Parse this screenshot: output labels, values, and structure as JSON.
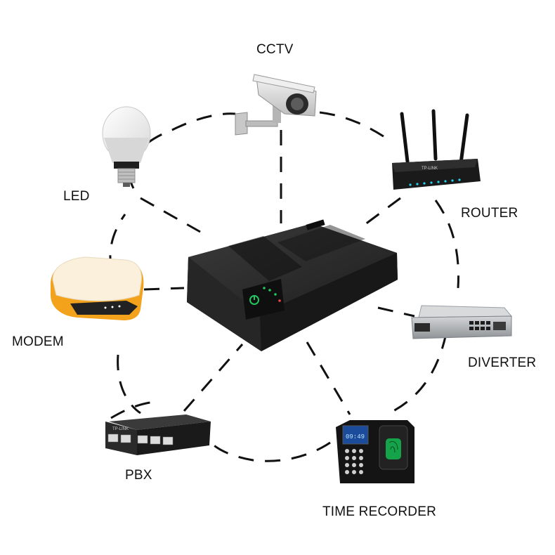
{
  "labels": {
    "cctv": "CCTV",
    "led": "LED",
    "router": "ROUTER",
    "modem": "MODEM",
    "diverter": "DIVERTER",
    "pbx": "PBX",
    "time_recorder": "TIME RECORDER"
  },
  "device_branding": {
    "router_brand": "TP-LINK",
    "switch_brand": "TP-LINK",
    "attendance_clock_time": "09:49"
  },
  "colors": {
    "connector": "#111111",
    "ups_body": "#2b2b2b",
    "power_led": "#22c55e",
    "modem_accent": "#f2a21b"
  },
  "icons": [
    "cctv-camera-icon",
    "led-bulb-icon",
    "router-icon",
    "modem-icon",
    "diverter-icon",
    "pbx-switch-icon",
    "time-recorder-icon",
    "mini-ups-icon"
  ]
}
